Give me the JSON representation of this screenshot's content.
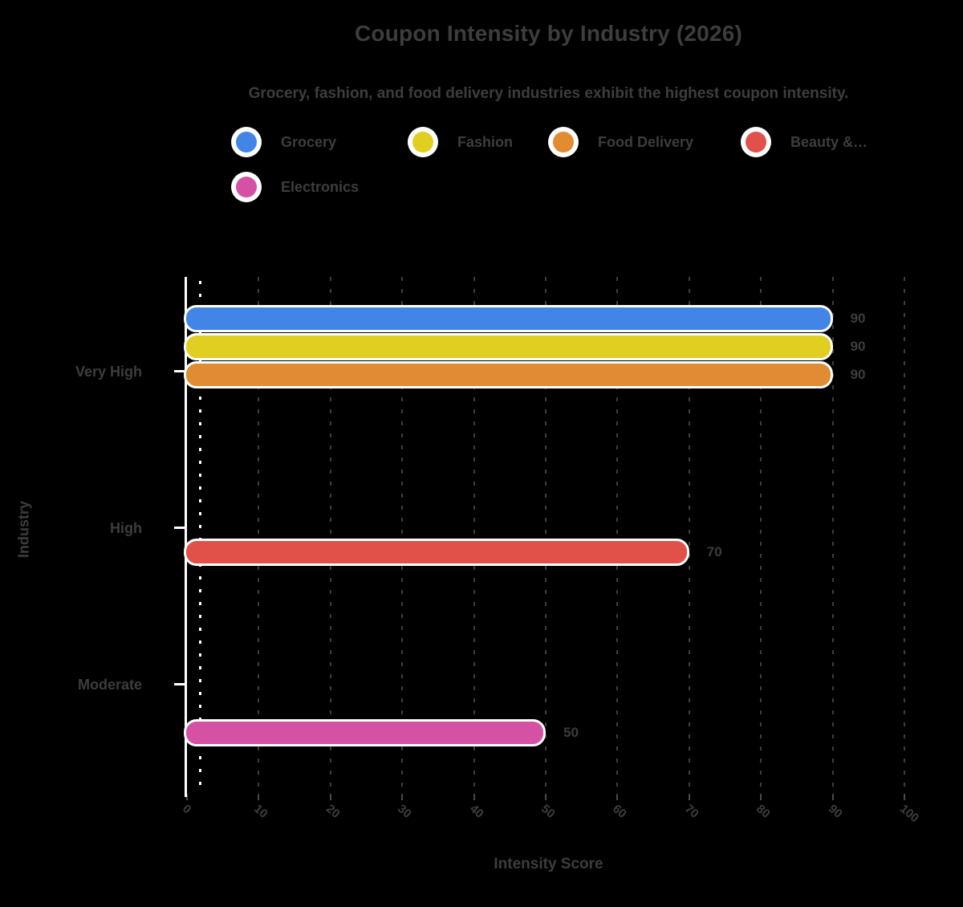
{
  "chart_data": {
    "type": "bar",
    "orientation": "horizontal",
    "title": "Coupon Intensity by Industry (2026)",
    "subtitle": "Grocery, fashion, and food delivery industries exhibit the highest coupon intensity.",
    "xlabel": "Intensity Score",
    "ylabel": "Industry",
    "categories": [
      "Very High",
      "High",
      "Moderate"
    ],
    "x_ticks": [
      0,
      10,
      20,
      30,
      40,
      50,
      60,
      70,
      80,
      90,
      100
    ],
    "xlim": [
      0,
      100
    ],
    "grid": "vertical-dashed",
    "legend_position": "top",
    "series": [
      {
        "name": "Grocery",
        "category": "Very High",
        "value": 90,
        "color": "#4285E6"
      },
      {
        "name": "Fashion",
        "category": "Very High",
        "value": 90,
        "color": "#E0CE21"
      },
      {
        "name": "Food Delivery",
        "category": "Very High",
        "value": 90,
        "color": "#E18B33"
      },
      {
        "name": "Beauty &…",
        "category": "High",
        "value": 70,
        "color": "#E15049"
      },
      {
        "name": "Electronics",
        "category": "Moderate",
        "value": 50,
        "color": "#D551A3"
      }
    ]
  },
  "colors": {
    "background": "#000000",
    "text": "#3d3d3d",
    "gridline": "#3e3e3e",
    "axis": "#ffffff"
  }
}
